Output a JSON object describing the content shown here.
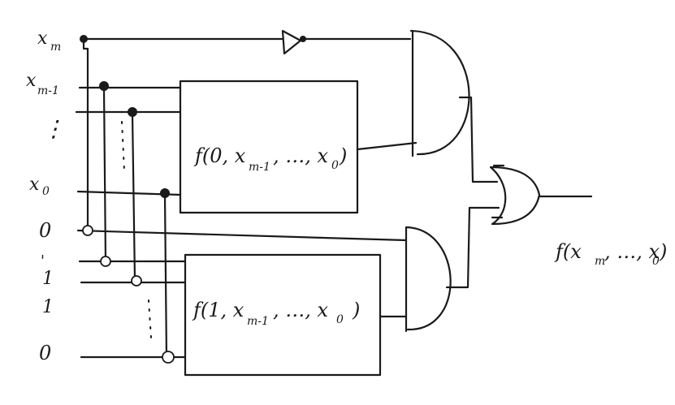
{
  "inputs": {
    "xm": "x",
    "xm_sub": "m",
    "xm1": "x",
    "xm1_sub": "m-1",
    "ellipsis": "⋮",
    "x0": "x",
    "x0_sub": "0",
    "c0": "0",
    "c1": "1",
    "c2": "1",
    "c3": "0"
  },
  "blocks": {
    "top_label": "f(0, x",
    "top_label_sub": "m-1",
    "top_label_rest": ", …, x",
    "top_label_sub2": "0",
    "top_label_end": ")",
    "bottom_label": "f(1, x",
    "bottom_label_sub": "m-1",
    "bottom_label_rest": ", …, x",
    "bottom_label_sub2": "0",
    "bottom_label_end": ")"
  },
  "output": {
    "label": "f(x",
    "label_sub": "m",
    "label_rest": ", …, x",
    "label_sub2": "0",
    "label_end": ")"
  }
}
